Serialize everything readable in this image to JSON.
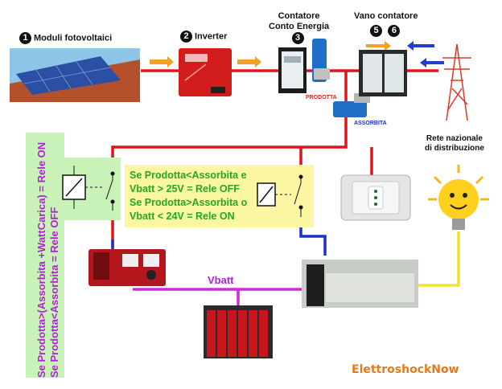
{
  "labels": {
    "step1": "Moduli fotovoltaici",
    "step2": "Inverter",
    "contatore_line1": "Contatore",
    "contatore_line2": "Conto Energia",
    "vano": "Vano contatore",
    "prodotta": "PRODOTTA",
    "assorbita": "ASSORBITA",
    "rete_line1": "Rete nazionale",
    "rete_line2": "di distribuzione",
    "vbatt": "Vbatt",
    "brand": "ElettroshockNow"
  },
  "markers": {
    "n1": "1",
    "n2": "2",
    "n3": "3",
    "n5": "5",
    "n6": "6"
  },
  "left_rule": {
    "line1": "Se Prodotta>(Assorbita +WattCarica) = Rele ON",
    "line2": "Se Prodotta<Assorbita = Rele OFF"
  },
  "right_rule": {
    "line1": "Se Prodotta<Assorbita e",
    "line2": "Vbatt  > 25V = Rele OFF",
    "line3": "Se Prodotta>Assorbita o",
    "line4": "Vbatt < 24V = Rele ON"
  },
  "colors": {
    "wire_red": "#e0141b",
    "wire_blue": "#1a32c8",
    "wire_magenta": "#d12ad9",
    "wire_yellow": "#f2e32a",
    "arrow_orange": "#f0a128",
    "arrow_blue": "#1e3fd0",
    "panel_green": "#c9f2b8",
    "panel_yellow": "#fbf6a2",
    "rule_text": "#b51fd6",
    "rule_text_green": "#25a81d",
    "brand": "#e8791b"
  }
}
